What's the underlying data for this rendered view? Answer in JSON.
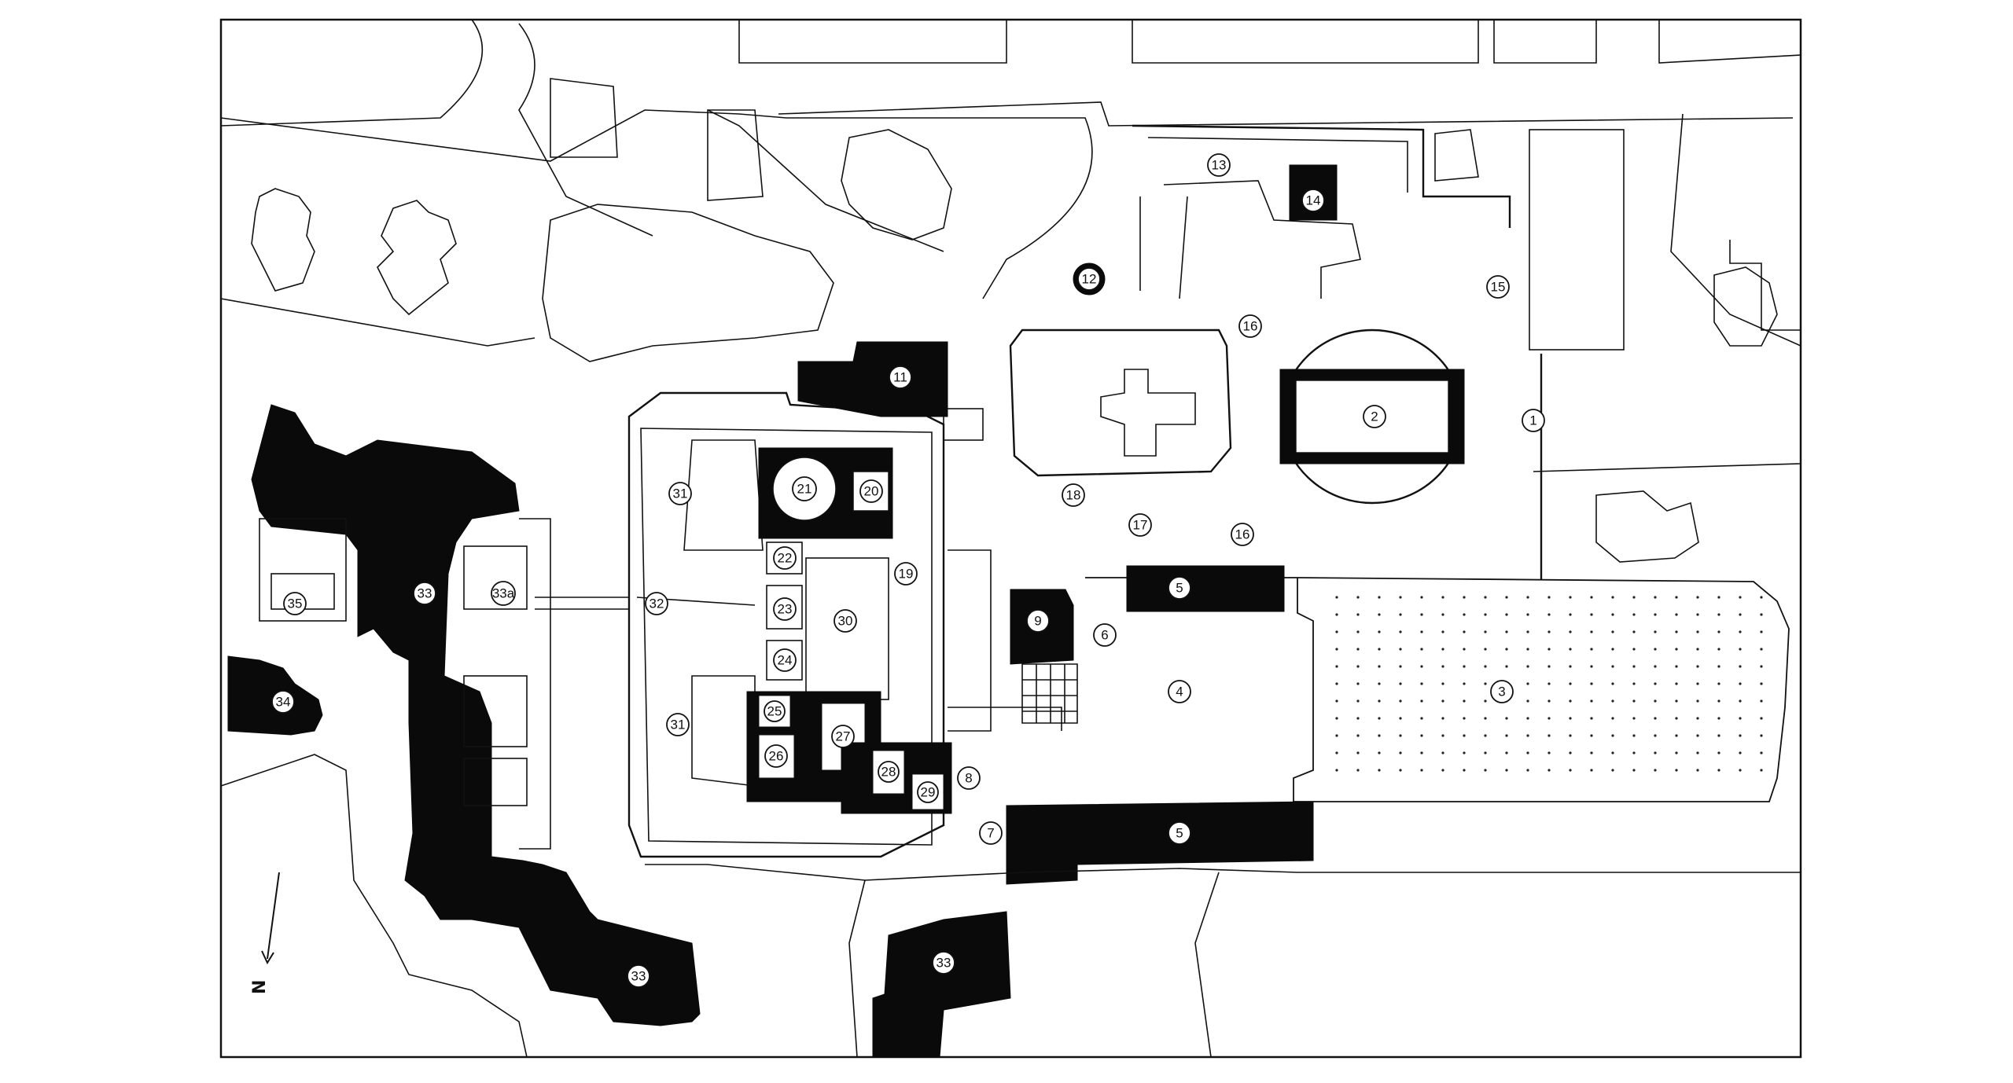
{
  "plan": {
    "labels": [
      "1",
      "2",
      "3",
      "4",
      "5",
      "5",
      "6",
      "7",
      "8",
      "9",
      "11",
      "12",
      "13",
      "14",
      "15",
      "16",
      "16",
      "17",
      "18",
      "19",
      "20",
      "21",
      "22",
      "23",
      "24",
      "25",
      "26",
      "27",
      "28",
      "29",
      "30",
      "31",
      "31",
      "32",
      "33",
      "33",
      "33",
      "33a",
      "34",
      "35"
    ],
    "north_marker": "N"
  }
}
